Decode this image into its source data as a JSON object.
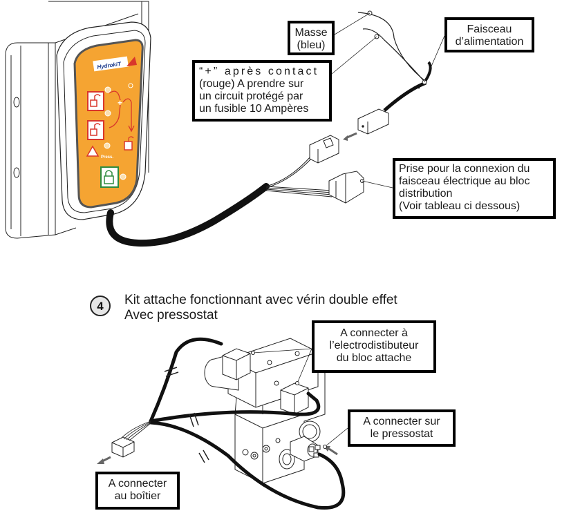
{
  "diagram": {
    "top_section": {
      "device": {
        "brand_label": "HydrokiT",
        "press_label": "Press.",
        "panel_color": "#f5a432",
        "icon_red": "#d9362b",
        "icon_green": "#2e8b3e"
      },
      "callouts": {
        "masse": [
          "Masse",
          "(bleu)"
        ],
        "plus_contact": [
          "“+” après contact",
          "(rouge) A prendre sur",
          "un circuit protégé par",
          "un fusible 10 Ampères"
        ],
        "faisceau": [
          "Faisceau",
          "d’alimentation"
        ],
        "prise": [
          "Prise pour la connexion du",
          "faisceau électrique au bloc",
          "distribution",
          "(Voir tableau ci dessous)"
        ]
      }
    },
    "bottom_section": {
      "step_number": "4",
      "title_lines": [
        "Kit attache fonctionnant avec vérin double effet",
        "Avec pressostat"
      ],
      "callouts": {
        "electrodistributeur": [
          "A connecter à",
          "l’electrodistibuteur",
          "du bloc attache"
        ],
        "pressostat": [
          "A connecter sur",
          "le pressostat"
        ],
        "boitier": [
          "A connecter",
          "au boîtier"
        ]
      }
    }
  }
}
